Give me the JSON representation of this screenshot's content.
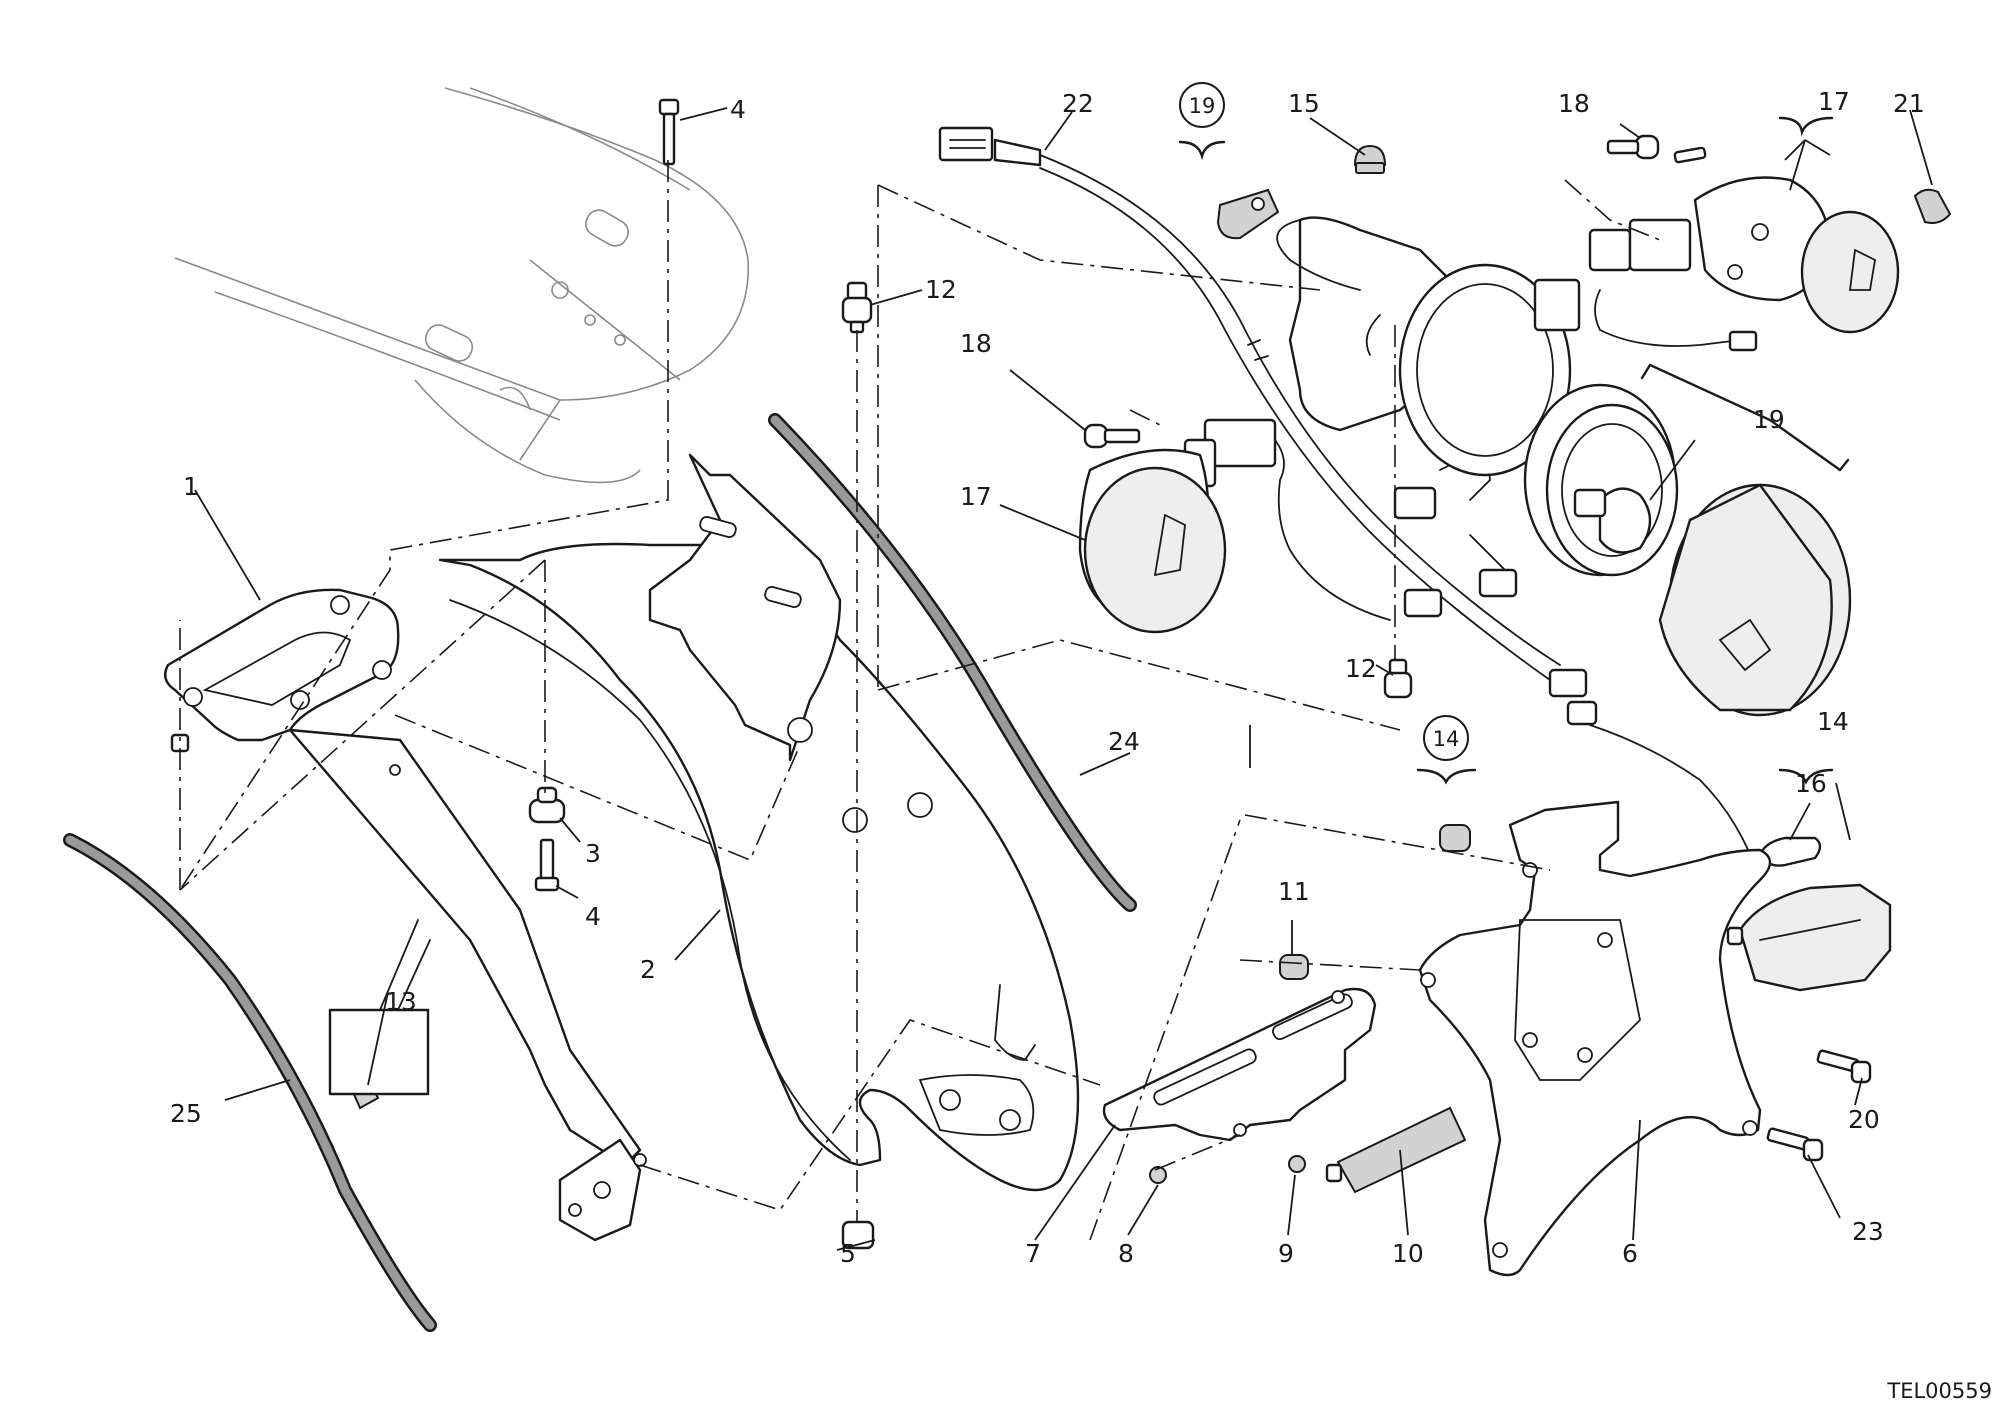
{
  "diagram": {
    "drawing_code": "TEL00559",
    "callouts": [
      {
        "id": "c1",
        "label": "1"
      },
      {
        "id": "c2",
        "label": "2"
      },
      {
        "id": "c3",
        "label": "3"
      },
      {
        "id": "c4a",
        "label": "4"
      },
      {
        "id": "c4b",
        "label": "4"
      },
      {
        "id": "c5",
        "label": "5"
      },
      {
        "id": "c6",
        "label": "6"
      },
      {
        "id": "c7",
        "label": "7"
      },
      {
        "id": "c8",
        "label": "8"
      },
      {
        "id": "c9",
        "label": "9"
      },
      {
        "id": "c10",
        "label": "10"
      },
      {
        "id": "c11",
        "label": "11"
      },
      {
        "id": "c12a",
        "label": "12"
      },
      {
        "id": "c12b",
        "label": "12"
      },
      {
        "id": "c13",
        "label": "13"
      },
      {
        "id": "c14",
        "label": "14"
      },
      {
        "id": "c15",
        "label": "15"
      },
      {
        "id": "c16",
        "label": "16"
      },
      {
        "id": "c17a",
        "label": "17"
      },
      {
        "id": "c17b",
        "label": "17"
      },
      {
        "id": "c18a",
        "label": "18"
      },
      {
        "id": "c18b",
        "label": "18"
      },
      {
        "id": "c19",
        "label": "19"
      },
      {
        "id": "c20",
        "label": "20"
      },
      {
        "id": "c21",
        "label": "21"
      },
      {
        "id": "c22",
        "label": "22"
      },
      {
        "id": "c23",
        "label": "23"
      },
      {
        "id": "c24",
        "label": "24"
      },
      {
        "id": "c25",
        "label": "25"
      }
    ],
    "circled_refs": [
      {
        "id": "r19",
        "label": "19"
      },
      {
        "id": "r14",
        "label": "14"
      }
    ]
  }
}
